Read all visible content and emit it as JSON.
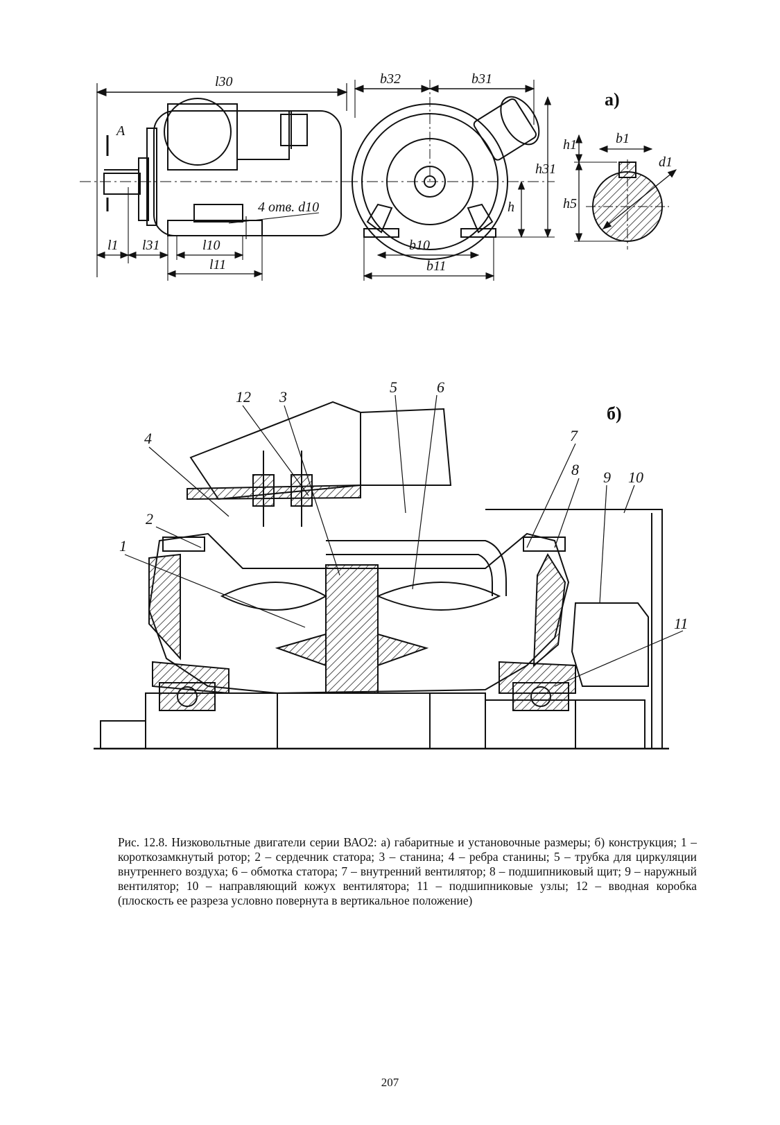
{
  "figure_a": {
    "tag": "а)",
    "dims": {
      "l30": "l30",
      "b32": "b32",
      "b31": "b31",
      "b1": "b1",
      "d1": "d1",
      "h1": "h1",
      "h31": "h31",
      "h5": "h5",
      "h": "h",
      "l1": "l1",
      "l31": "l31",
      "l10": "l10",
      "l11": "l11",
      "b10": "b10",
      "b11": "b11",
      "holes": "4 отв. d10",
      "section": "A"
    }
  },
  "figure_b": {
    "tag": "б)",
    "callouts": [
      "1",
      "2",
      "3",
      "4",
      "5",
      "6",
      "7",
      "8",
      "9",
      "10",
      "11",
      "12"
    ]
  },
  "caption": "Рис. 12.8. Низковольтные двигатели серии ВАО2: а)  габаритные и установочные размеры; б) конструкция; 1 – короткозамкнутый ротор; 2 – сердечник статора;  3 – станина; 4 – ребра станины; 5 – трубка для циркуляции внутреннего воздуха;  6 – обмотка статора; 7 – внутренний вентилятор; 8 – подшипниковый щит; 9 – наружный вентилятор; 10 – направляющий кожух вентилятора; 11 – подшипниковые узлы; 12 – вводная коробка (плоскость ее разреза условно повернута в вертикальное положение)",
  "page_number": "207"
}
